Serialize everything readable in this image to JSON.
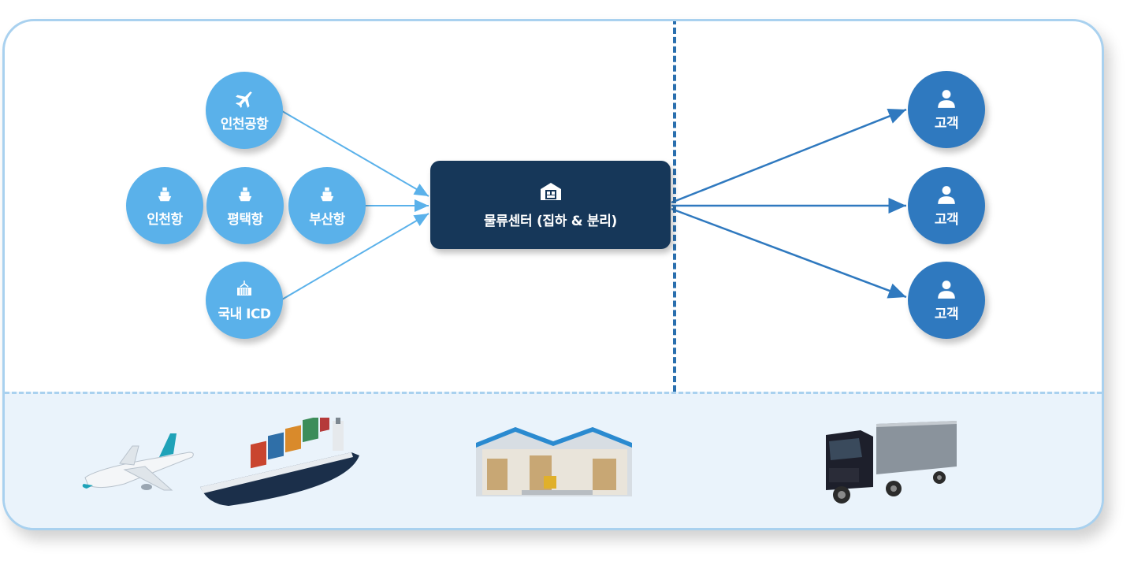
{
  "sources": {
    "incheon_airport": {
      "label": "인천공항",
      "icon": "airplane-icon"
    },
    "incheon_port": {
      "label": "인천항",
      "icon": "ship-icon"
    },
    "pyeongtaek_port": {
      "label": "평택항",
      "icon": "ship-icon"
    },
    "busan_port": {
      "label": "부산항",
      "icon": "ship-icon"
    },
    "domestic_icd": {
      "label": "국내 ICD",
      "icon": "container-crane-icon"
    }
  },
  "center": {
    "label": "물류센터 (집하 & 분리)",
    "icon": "warehouse-icon"
  },
  "customers": [
    {
      "label": "고객",
      "icon": "person-icon"
    },
    {
      "label": "고객",
      "icon": "person-icon"
    },
    {
      "label": "고객",
      "icon": "person-icon"
    }
  ],
  "pictures": [
    "airplane-picture",
    "cargo-ship-picture",
    "warehouse-picture",
    "truck-picture"
  ],
  "colors": {
    "source": "#5ab1ea",
    "customer": "#2f79bf",
    "center": "#163759",
    "band": "#eaf3fb",
    "border": "#a9d1ef"
  }
}
